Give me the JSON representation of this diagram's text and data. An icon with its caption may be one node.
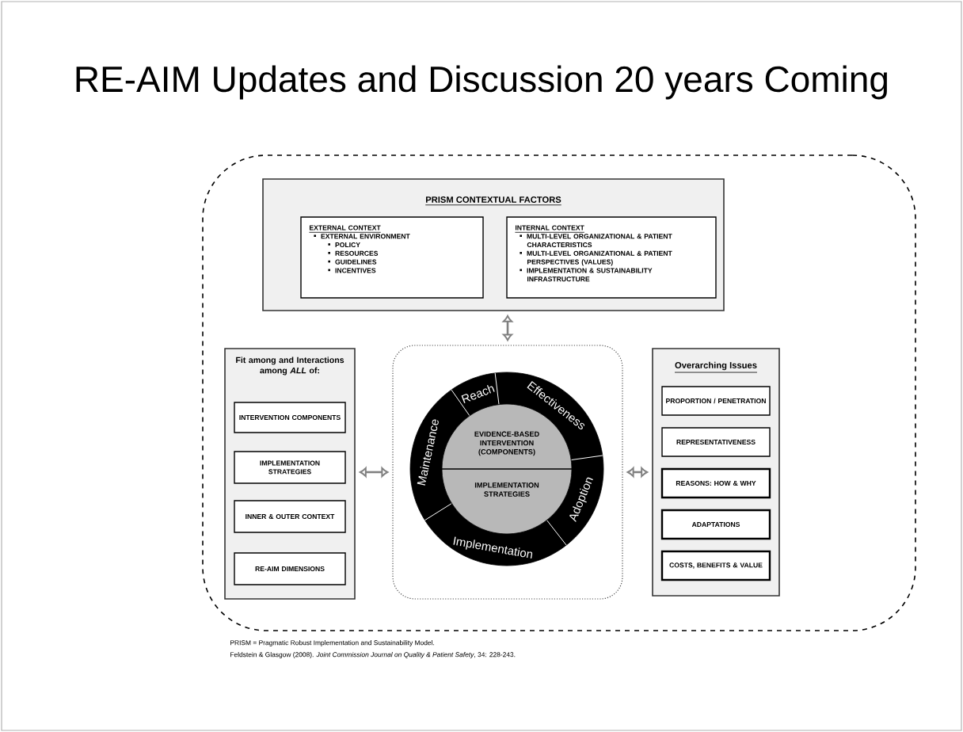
{
  "diagram": {
    "title": "RE-AIM Updates and Discussion 20 years Coming",
    "nodes": [
      {
        "text": [],
        "shape": "box"
      },
      {
        "text": [
          "PRISM CONTEXTUAL FACTORS"
        ],
        "in": 0
      },
      {
        "text": [
          "EXTERNAL CONTEXT",
          "EXTERNAL ENVIRONMENT",
          "POLICY",
          "RESOURCES",
          "GUIDELINES",
          "INCENTIVES"
        ],
        "in": 1
      },
      {
        "text": [
          "INTERNAL CONTEXT",
          "MULTI-LEVEL ORGANIZATIONAL & PATIENT CHARACTERISTICS",
          "MULTI-LEVEL ORGANIZATIONAL & PATIENT PERSPECTIVES (VALUES)",
          "IMPLEMENTATION & SUSTAINABILITY INFRASTRUCTURE"
        ],
        "in": 1
      },
      {
        "text": [
          "Fit among and Interactions among *ALL* of:"
        ],
        "in": 0
      },
      {
        "text": [
          "INTERVENTION COMPONENTS"
        ],
        "in": 4
      },
      {
        "text": [
          "IMPLEMENTATION STRATEGIES"
        ],
        "in": 4
      },
      {
        "text": [
          "INNER & OUTER CONTEXT"
        ],
        "in": 4
      },
      {
        "text": [
          "RE-AIM DIMENSIONS"
        ],
        "in": 4
      },
      {
        "text": [],
        "shape": "box",
        "in": 0
      },
      {
        "text": [
          "Reach",
          "Effectiveness",
          "Adoption",
          "Implementation",
          "Maintenance"
        ],
        "in": 9
      },
      {
        "text": [
          "EVIDENCE-BASED INTERVENTION (COMPONENTS)",
          "IMPLEMENTATION STRATEGIES"
        ],
        "in": 10
      },
      {
        "text": [
          "Overarching Issues"
        ],
        "in": 0
      },
      {
        "text": [
          "PROPORTION / PENETRATION"
        ],
        "in": 12
      },
      {
        "text": [
          "REPRESENTATIVENESS"
        ],
        "in": 12
      },
      {
        "text": [
          "REASONS: HOW & WHY"
        ],
        "in": 12
      },
      {
        "text": [
          "ADAPTATIONS"
        ],
        "in": 12
      },
      {
        "text": [
          "COSTS, BENEFITS & VALUE"
        ],
        "in": 12
      }
    ],
    "edges": [
      {
        "from": 1,
        "to": 9,
        "arrow": "both"
      },
      {
        "from": 4,
        "to": 9,
        "arrow": "both"
      },
      {
        "from": 9,
        "to": 12,
        "arrow": "both"
      }
    ],
    "labels": [
      "PRISM = Pragmatic Robust Implementation and Sustainability Model.",
      "Feldstein & Glasgow (2008). *Joint Commission Journal on Quality & Patient Safety*, 34: 228-243."
    ]
  }
}
